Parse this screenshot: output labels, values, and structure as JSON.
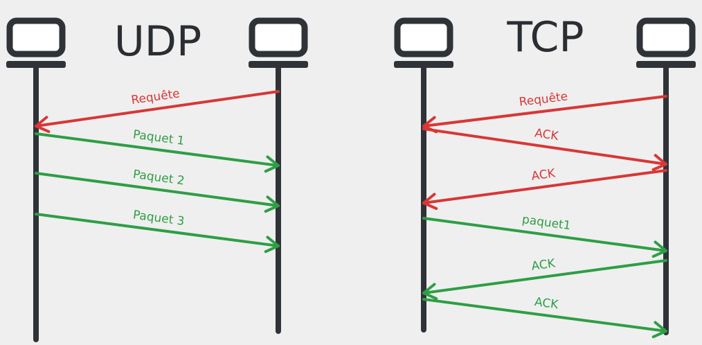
{
  "colors": {
    "ink": "#2f3338",
    "screen": "#ffffff",
    "request": "#d93636",
    "data": "#2e9e45"
  },
  "icons": [
    "computer-icon"
  ],
  "udp": {
    "title": "UDP",
    "messages": [
      {
        "label": "Requête",
        "color": "request",
        "from": "server",
        "to": "client"
      },
      {
        "label": "Paquet 1",
        "color": "data",
        "from": "client",
        "to": "server"
      },
      {
        "label": "Paquet 2",
        "color": "data",
        "from": "client",
        "to": "server"
      },
      {
        "label": "Paquet 3",
        "color": "data",
        "from": "client",
        "to": "server"
      }
    ]
  },
  "tcp": {
    "title": "TCP",
    "messages": [
      {
        "label": "Requête",
        "color": "request",
        "from": "server",
        "to": "client"
      },
      {
        "label": "ACK",
        "color": "request",
        "from": "client",
        "to": "server"
      },
      {
        "label": "ACK",
        "color": "request",
        "from": "server",
        "to": "client"
      },
      {
        "label": "paquet1",
        "color": "data",
        "from": "client",
        "to": "server"
      },
      {
        "label": "ACK",
        "color": "data",
        "from": "server",
        "to": "client"
      },
      {
        "label": "ACK",
        "color": "data",
        "from": "client",
        "to": "server"
      }
    ]
  }
}
